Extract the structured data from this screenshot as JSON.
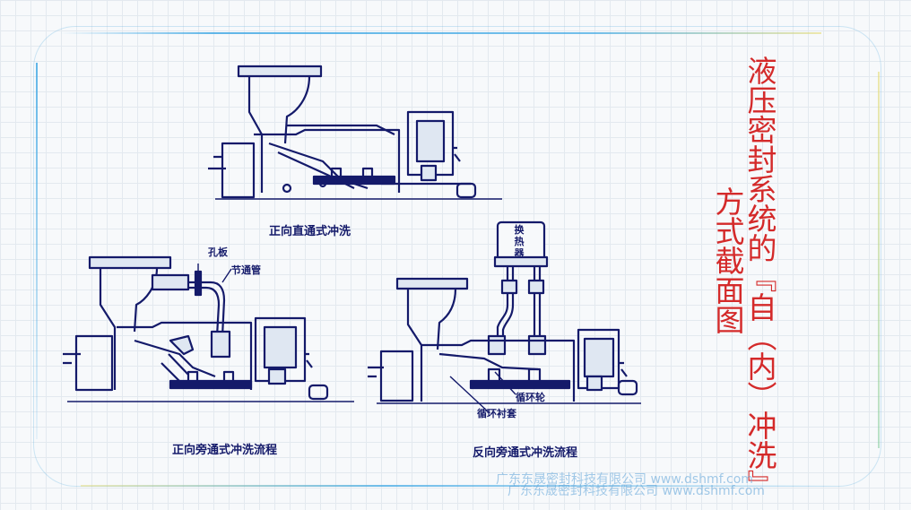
{
  "title": {
    "line1": "液压密封系统的『自（内）冲洗』",
    "line2": "方式截面图"
  },
  "diagrams": {
    "top": {
      "caption": "正向直通式冲洗"
    },
    "bottom_left": {
      "caption": "正向旁通式冲洗流程",
      "label_orifice": "孔板",
      "label_pipe": "节通管"
    },
    "bottom_right": {
      "caption": "反向旁通式冲洗流程",
      "label_heat_exchanger": "换热器",
      "label_impeller": "循环轮",
      "label_sleeve": "循环衬套"
    }
  },
  "watermark": {
    "text1": "广东东晟密封科技有限公司 www.dshmf.com",
    "text2": "广东东晟密封科技有限公司 www.dshmf.com"
  },
  "colors": {
    "title": "#d42a2a",
    "ink": "#141a6a",
    "frame": "#50afe6"
  }
}
